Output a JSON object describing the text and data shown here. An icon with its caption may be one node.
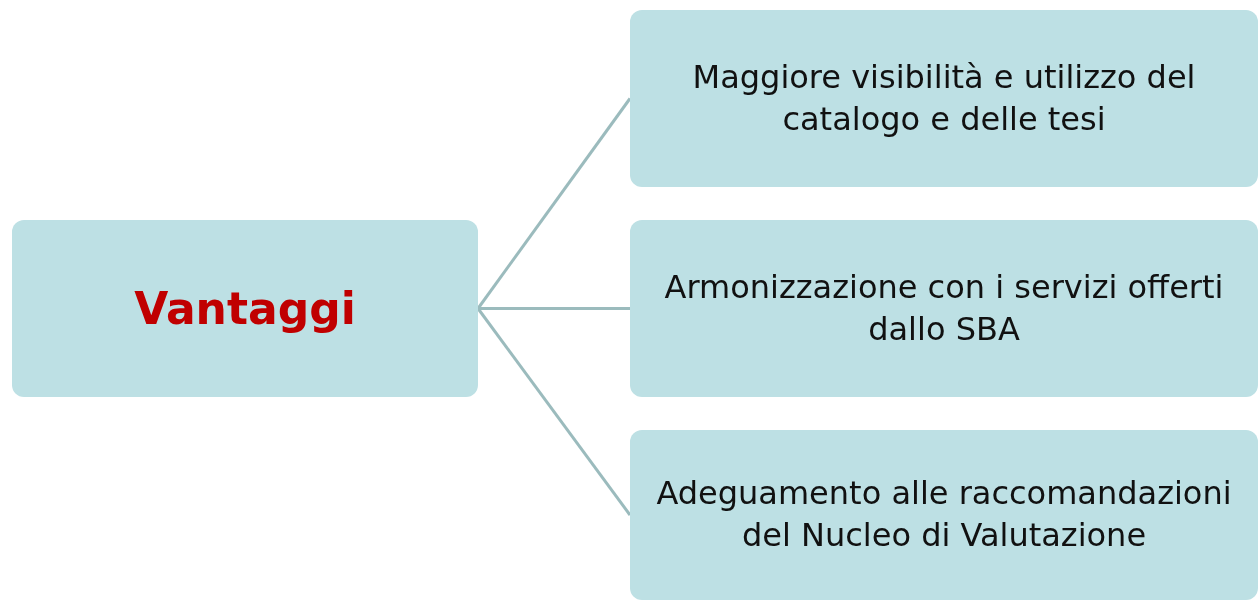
{
  "diagram": {
    "nodes": [
      {
        "text": [
          "Vantaggi"
        ]
      },
      {
        "text": [
          "Maggiore visibilità e utilizzo del catalogo e delle tesi"
        ]
      },
      {
        "text": [
          "Armonizzazione con i servizi offerti dallo SBA"
        ]
      },
      {
        "text": [
          "Adeguamento alle raccomandazioni del Nucleo di Valutazione"
        ]
      }
    ],
    "edges": [
      {
        "from": 0,
        "to": 1,
        "arrow": "none"
      },
      {
        "from": 0,
        "to": 2,
        "arrow": "none"
      },
      {
        "from": 0,
        "to": 3,
        "arrow": "none"
      }
    ]
  }
}
